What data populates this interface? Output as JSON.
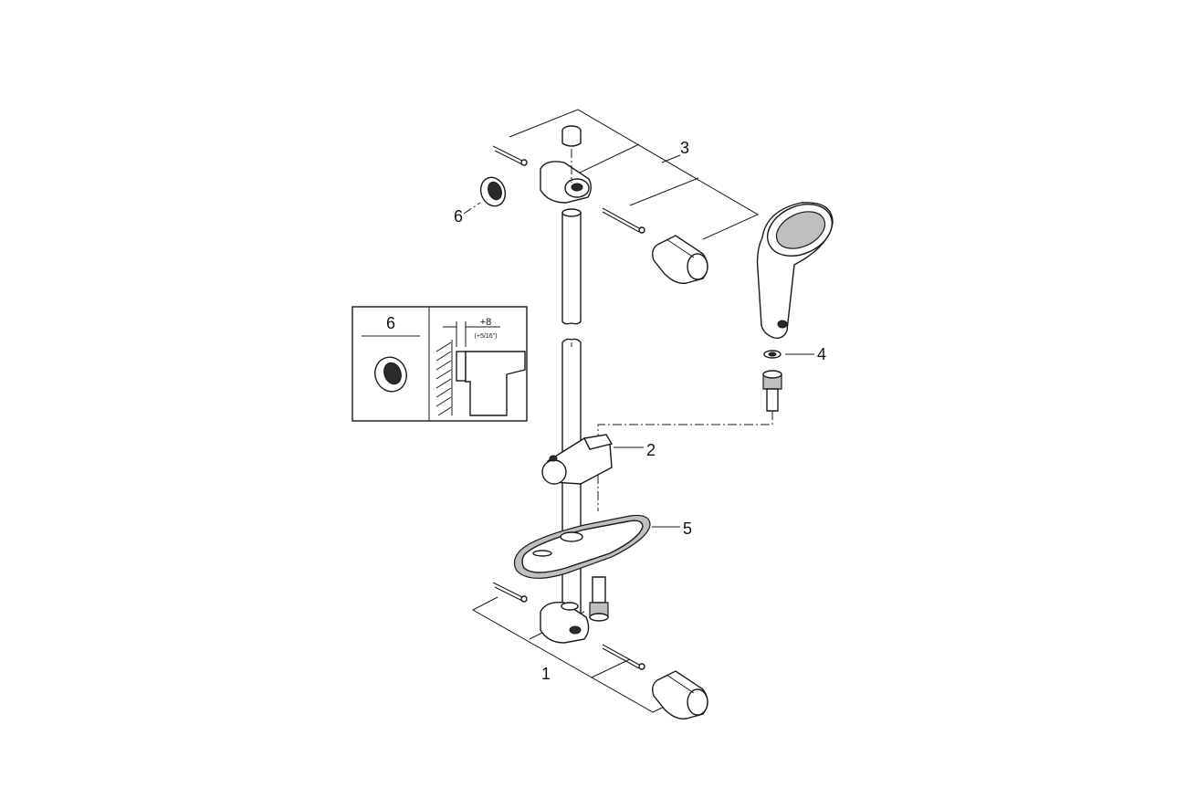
{
  "callouts": {
    "c1": "1",
    "c2": "2",
    "c3": "3",
    "c4": "4",
    "c5": "5",
    "c6": "6"
  },
  "detail": {
    "label": "6",
    "dimension": "+8",
    "dimension_imperial": "(+5/16\")"
  },
  "colors": {
    "line": "#1a1a1a",
    "background": "#ffffff",
    "fill_grey": "#bfbfbf"
  }
}
